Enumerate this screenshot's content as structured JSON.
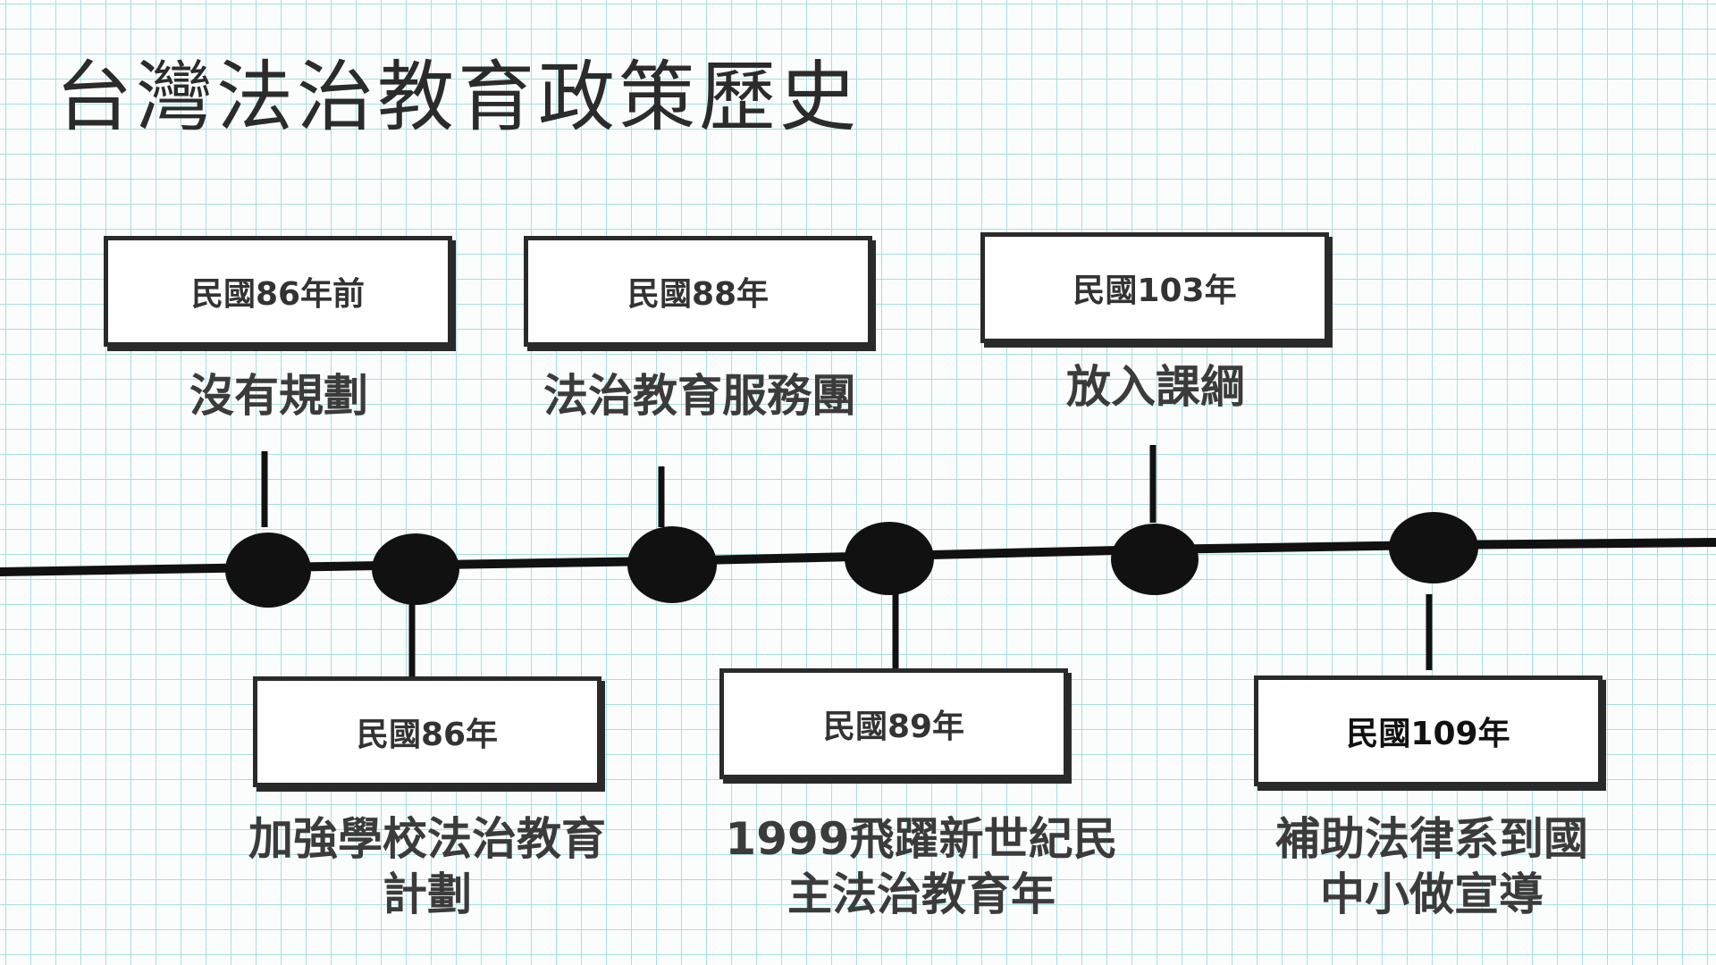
{
  "title": "台灣法治教育政策歷史",
  "events": [
    {
      "year": "民國86年前",
      "description": "沒有規劃"
    },
    {
      "year": "民國86年",
      "description": "加強學校法治教育\n計劃"
    },
    {
      "year": "民國88年",
      "description": "法治教育服務團"
    },
    {
      "year": "民國89年",
      "description": "1999飛躍新世紀民\n主法治教育年"
    },
    {
      "year": "民國103年",
      "description": "放入課綱"
    },
    {
      "year": "民國109年",
      "description": "補助法律系到國\n中小做宣導"
    }
  ],
  "colors": {
    "grid": "#a9dede",
    "ink": "#111111",
    "box_border": "#2a2a2a",
    "text": "#3b3b3b"
  }
}
